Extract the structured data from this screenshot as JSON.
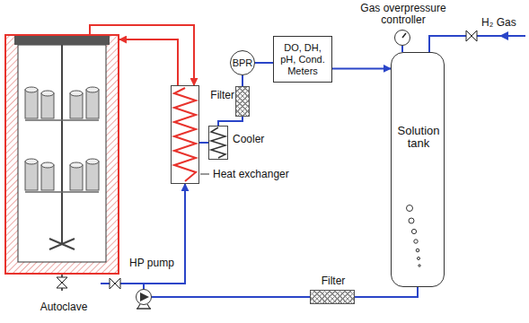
{
  "diagram": {
    "nodes": [
      {
        "text": [
          "Autoclave"
        ]
      },
      {
        "text": [
          "Heat exchanger"
        ]
      },
      {
        "text": [
          "Cooler"
        ]
      },
      {
        "text": [
          "Filter"
        ]
      },
      {
        "text": [
          "BPR"
        ]
      },
      {
        "text": [
          "DO, DH, pH, Cond. Meters"
        ]
      },
      {
        "text": [
          "Gas overpressure controller"
        ]
      },
      {
        "text": [
          "Solution tank"
        ]
      },
      {
        "text": [
          "Filter"
        ]
      },
      {
        "text": [
          "HP pump"
        ]
      }
    ],
    "edges": [
      {
        "from": 7,
        "to": 8,
        "arrow": "none"
      },
      {
        "from": 8,
        "to": 9,
        "arrow": "none"
      },
      {
        "from": 9,
        "to": 1,
        "arrow": "to"
      },
      {
        "from": 1,
        "to": 0,
        "arrow": "to"
      },
      {
        "from": 0,
        "to": 1,
        "arrow": "to"
      },
      {
        "from": 1,
        "to": 2,
        "arrow": "none"
      },
      {
        "from": 2,
        "to": 3,
        "arrow": "none"
      },
      {
        "from": 3,
        "to": 4,
        "arrow": "none"
      },
      {
        "from": 4,
        "to": 5,
        "arrow": "none"
      },
      {
        "from": 5,
        "to": 7,
        "arrow": "to"
      },
      {
        "from": 6,
        "to": 7,
        "arrow": "none"
      }
    ],
    "labels": [
      "H₂ Gas"
    ]
  }
}
